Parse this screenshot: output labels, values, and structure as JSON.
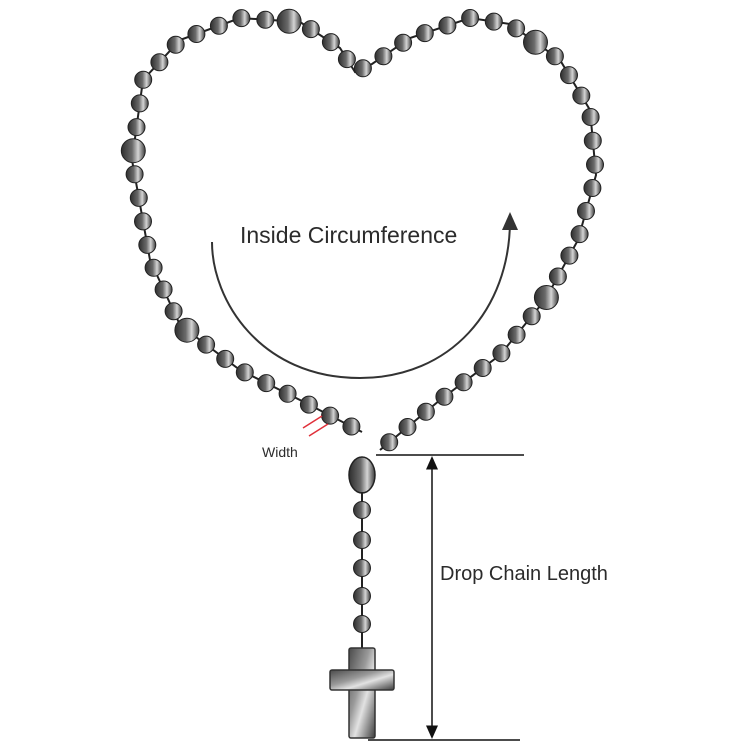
{
  "labels": {
    "inside_circumference": "Inside Circumference",
    "width": "Width",
    "drop_chain_length": "Drop Chain Length"
  },
  "colors": {
    "bead_dark": "#2e2e2e",
    "bead_light": "#d4d4d4",
    "chain": "#222222",
    "measure_line": "#111111",
    "width_marker": "#e0303a",
    "label_text": "#2b2b2b"
  }
}
